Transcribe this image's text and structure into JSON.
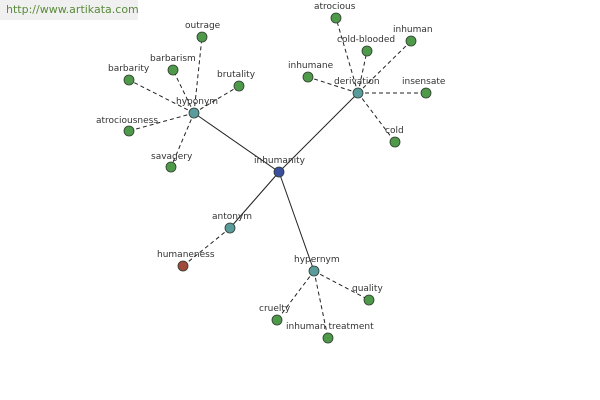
{
  "banner": {
    "url": "http://www.artikata.com"
  },
  "colors": {
    "center": "#3a4fa0",
    "relation": "#5a9c9c",
    "leaf": "#4f9a4a",
    "antonym_leaf": "#a04a3a",
    "edge": "#222222"
  },
  "graph": {
    "center": {
      "id": "center",
      "label": "inhumanity",
      "kind": "center"
    },
    "relations": [
      {
        "id": "hyponym",
        "label": "hyponym",
        "kind": "relation"
      },
      {
        "id": "derivation",
        "label": "derivation",
        "kind": "relation"
      },
      {
        "id": "antonym",
        "label": "antonym",
        "kind": "relation"
      },
      {
        "id": "hypernym",
        "label": "hypernym",
        "kind": "relation"
      }
    ],
    "leaves": [
      {
        "id": "outrage",
        "label": "outrage",
        "parent": "hyponym",
        "kind": "leaf"
      },
      {
        "id": "barbarism",
        "label": "barbarism",
        "parent": "hyponym",
        "kind": "leaf"
      },
      {
        "id": "barbarity",
        "label": "barbarity",
        "parent": "hyponym",
        "kind": "leaf"
      },
      {
        "id": "brutality",
        "label": "brutality",
        "parent": "hyponym",
        "kind": "leaf"
      },
      {
        "id": "atrociousness",
        "label": "atrociousness",
        "parent": "hyponym",
        "kind": "leaf"
      },
      {
        "id": "savagery",
        "label": "savagery",
        "parent": "hyponym",
        "kind": "leaf"
      },
      {
        "id": "atrocious",
        "label": "atrocious",
        "parent": "derivation",
        "kind": "leaf"
      },
      {
        "id": "cold-blooded",
        "label": "cold-blooded",
        "parent": "derivation",
        "kind": "leaf"
      },
      {
        "id": "inhuman",
        "label": "inhuman",
        "parent": "derivation",
        "kind": "leaf"
      },
      {
        "id": "inhumane",
        "label": "inhumane",
        "parent": "derivation",
        "kind": "leaf"
      },
      {
        "id": "insensate",
        "label": "insensate",
        "parent": "derivation",
        "kind": "leaf"
      },
      {
        "id": "cold",
        "label": "cold",
        "parent": "derivation",
        "kind": "leaf"
      },
      {
        "id": "humaneness",
        "label": "humaneness",
        "parent": "antonym",
        "kind": "antonym_leaf"
      },
      {
        "id": "quality",
        "label": "quality",
        "parent": "hypernym",
        "kind": "leaf"
      },
      {
        "id": "cruelty",
        "label": "cruelty",
        "parent": "hypernym",
        "kind": "leaf"
      },
      {
        "id": "inhuman-treatment",
        "label": "inhuman treatment",
        "parent": "hypernym",
        "kind": "leaf"
      }
    ]
  }
}
